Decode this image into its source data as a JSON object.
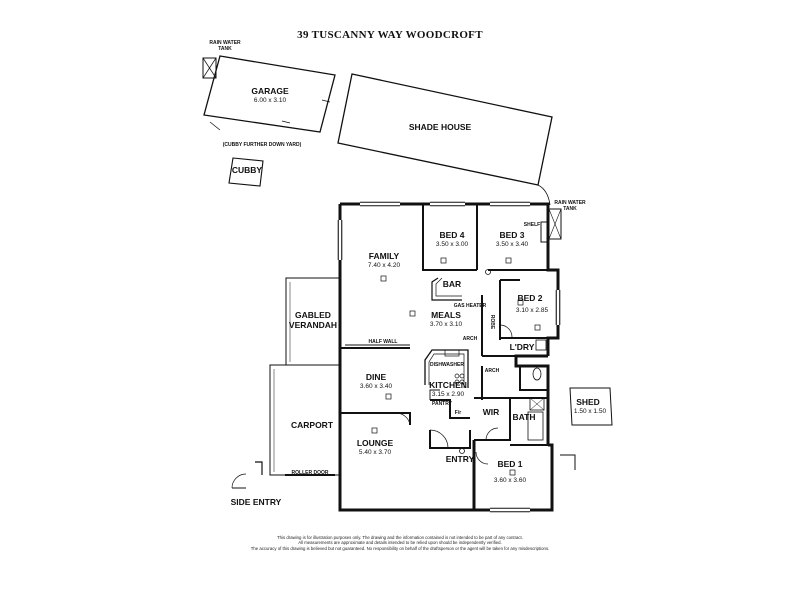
{
  "title": "39 TUSCANNY WAY WOODCROFT",
  "rooms": {
    "garage": {
      "name": "GARAGE",
      "dims": "6.00 x 3.10"
    },
    "shade_house": {
      "name": "SHADE HOUSE"
    },
    "cubby_note": "(CUBBY FURTHER DOWN YARD)",
    "cubby": {
      "name": "CUBBY"
    },
    "rain_tank_top": {
      "line1": "RAIN WATER",
      "line2": "TANK"
    },
    "rain_tank_right": {
      "line1": "RAIN WATER",
      "line2": "TANK"
    },
    "family": {
      "name": "FAMILY",
      "dims": "7.40 x 4.20"
    },
    "bed4": {
      "name": "BED 4",
      "dims": "3.50 x 3.00"
    },
    "bed3": {
      "name": "BED 3",
      "dims": "3.50 x 3.40"
    },
    "shelf": "SHELF",
    "bar": "BAR",
    "bed2": {
      "name": "BED 2",
      "dims": "3.10 x 2.85"
    },
    "robe": "ROBE",
    "gas_heater": "GAS HEATER",
    "meals": {
      "name": "MEALS",
      "dims": "3.70 x 3.10"
    },
    "arch1": "ARCH",
    "arch2": "ARCH",
    "gabled_verandah": {
      "line1": "GABLED",
      "line2": "VERANDAH"
    },
    "half_wall": "HALF WALL",
    "laundry": "L'DRY",
    "dishwasher": "DISHWASHER",
    "dine": {
      "name": "DINE",
      "dims": "3.60 x 3.40"
    },
    "kitchen": {
      "name": "KITCHEN",
      "dims": "3.15 x 2.90"
    },
    "pantry": "PANTRY",
    "fr": "F/r",
    "shed": {
      "name": "SHED",
      "dims": "1.50 x 1.50"
    },
    "wir": "WIR",
    "bath": "BATH",
    "carport": "CARPORT",
    "lounge": {
      "name": "LOUNGE",
      "dims": "5.40 x 3.70"
    },
    "entry": "ENTRY",
    "bed1": {
      "name": "BED 1",
      "dims": "3.60 x 3.60"
    },
    "roller_door": "ROLLER DOOR",
    "side_entry": "SIDE ENTRY"
  },
  "footer": [
    "This drawing is for illustration purposes only. The drawing and the information contained is not intended to be part of any contract.",
    "All measurements are approximate and details intended to be relied upon should be independently verified.",
    "The accuracy of this drawing is believed but not guaranteed. No responsibility on behalf of the draftsperson or the agent will be taken for any misdescriptions."
  ]
}
